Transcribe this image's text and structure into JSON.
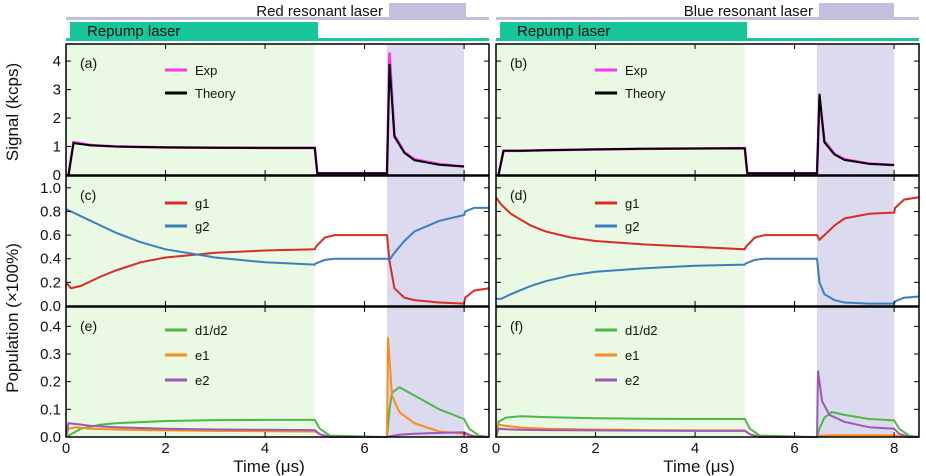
{
  "header": {
    "left_laser": "Red resonant laser",
    "right_laser": "Blue resonant laser",
    "repump": "Repump laser"
  },
  "axes": {
    "xlabel": "Time (μs)",
    "ylabel_signal": "Signal (kcps)",
    "ylabel_population": "Population (×100%)"
  },
  "colors": {
    "repump_bar": "#17c79a",
    "resonant_bar": "#c2c0dc",
    "repump_shade": "#e9f9e3",
    "resonant_shade": "#dcdaee",
    "exp": "#ff33ee",
    "theory": "#000000",
    "g1": "#dc2a24",
    "g2": "#3a7fbd",
    "d1d2": "#4db848",
    "e1": "#ff8a1c",
    "e2": "#9b59b6"
  },
  "chart_data": [
    {
      "panel": "(a)",
      "type": "line",
      "xlim": [
        0,
        8.5
      ],
      "ylim": [
        0,
        4.6
      ],
      "xticks": [
        0,
        2,
        4,
        6,
        8
      ],
      "yticks": [
        0,
        1,
        2,
        3,
        4
      ],
      "repump_window": [
        0,
        5.0
      ],
      "resonant_window": [
        6.45,
        8.0
      ],
      "series": [
        {
          "name": "Exp",
          "x": [
            0.05,
            0.15,
            0.5,
            1,
            2,
            3,
            4,
            5,
            5.05,
            6.45,
            6.5,
            6.6,
            6.8,
            7,
            7.5,
            8
          ],
          "y": [
            0,
            1.15,
            1.05,
            1.0,
            0.97,
            0.96,
            0.95,
            0.95,
            0.06,
            0.06,
            4.3,
            1.4,
            0.8,
            0.55,
            0.38,
            0.3
          ]
        },
        {
          "name": "Theory",
          "x": [
            0.05,
            0.15,
            0.5,
            1,
            2,
            3,
            4,
            5,
            5.05,
            6.45,
            6.5,
            6.6,
            6.8,
            7,
            7.5,
            8
          ],
          "y": [
            0,
            1.12,
            1.04,
            1.0,
            0.97,
            0.96,
            0.95,
            0.95,
            0.06,
            0.06,
            3.9,
            1.35,
            0.78,
            0.52,
            0.36,
            0.3
          ]
        }
      ]
    },
    {
      "panel": "(b)",
      "type": "line",
      "xlim": [
        0,
        8.5
      ],
      "ylim": [
        0,
        4.6
      ],
      "xticks": [
        0,
        2,
        4,
        6,
        8
      ],
      "yticks": [
        0,
        1,
        2,
        3,
        4
      ],
      "repump_window": [
        0,
        5.0
      ],
      "resonant_window": [
        6.45,
        8.0
      ],
      "series": [
        {
          "name": "Exp",
          "x": [
            0.05,
            0.15,
            0.5,
            1,
            2,
            3,
            4,
            5,
            5.05,
            6.45,
            6.5,
            6.6,
            6.8,
            7,
            7.5,
            8
          ],
          "y": [
            0,
            0.85,
            0.85,
            0.87,
            0.9,
            0.92,
            0.93,
            0.94,
            0.06,
            0.06,
            2.7,
            1.2,
            0.75,
            0.55,
            0.4,
            0.35
          ]
        },
        {
          "name": "Theory",
          "x": [
            0.05,
            0.15,
            0.5,
            1,
            2,
            3,
            4,
            5,
            5.05,
            6.45,
            6.5,
            6.6,
            6.8,
            7,
            7.5,
            8
          ],
          "y": [
            0,
            0.85,
            0.85,
            0.87,
            0.9,
            0.92,
            0.93,
            0.94,
            0.06,
            0.06,
            2.85,
            1.15,
            0.72,
            0.53,
            0.39,
            0.35
          ]
        }
      ]
    },
    {
      "panel": "(c)",
      "type": "line",
      "xlim": [
        0,
        8.5
      ],
      "ylim": [
        0,
        1.1
      ],
      "xticks": [
        0,
        2,
        4,
        6,
        8
      ],
      "yticks": [
        0.0,
        0.2,
        0.4,
        0.6,
        0.8,
        1.0
      ],
      "repump_window": [
        0,
        5.0
      ],
      "resonant_window": [
        6.45,
        8.0
      ],
      "series": [
        {
          "name": "g1",
          "x": [
            0,
            0.1,
            0.3,
            0.7,
            1,
            1.5,
            2,
            3,
            4,
            5,
            5.02,
            5.2,
            5.4,
            6.45,
            6.5,
            6.6,
            6.8,
            7,
            7.5,
            8,
            8.02,
            8.2,
            8.5
          ],
          "y": [
            0.2,
            0.15,
            0.17,
            0.25,
            0.3,
            0.37,
            0.41,
            0.45,
            0.47,
            0.48,
            0.5,
            0.58,
            0.6,
            0.6,
            0.38,
            0.15,
            0.07,
            0.05,
            0.03,
            0.02,
            0.07,
            0.13,
            0.15
          ]
        },
        {
          "name": "g2",
          "x": [
            0,
            0.1,
            0.3,
            0.7,
            1,
            1.5,
            2,
            3,
            4,
            5,
            5.02,
            5.2,
            5.4,
            6.45,
            6.5,
            6.6,
            6.8,
            7,
            7.5,
            8,
            8.02,
            8.2,
            8.5
          ],
          "y": [
            0.82,
            0.8,
            0.76,
            0.68,
            0.62,
            0.54,
            0.48,
            0.41,
            0.37,
            0.35,
            0.36,
            0.39,
            0.4,
            0.4,
            0.39,
            0.45,
            0.55,
            0.63,
            0.72,
            0.77,
            0.8,
            0.83,
            0.83
          ]
        }
      ]
    },
    {
      "panel": "(d)",
      "type": "line",
      "xlim": [
        0,
        8.5
      ],
      "ylim": [
        0,
        1.1
      ],
      "xticks": [
        0,
        2,
        4,
        6,
        8
      ],
      "yticks": [
        0.0,
        0.2,
        0.4,
        0.6,
        0.8,
        1.0
      ],
      "repump_window": [
        0,
        5.0
      ],
      "resonant_window": [
        6.45,
        8.0
      ],
      "series": [
        {
          "name": "g1",
          "x": [
            0,
            0.1,
            0.3,
            0.7,
            1,
            1.5,
            2,
            3,
            4,
            5,
            5.02,
            5.2,
            5.4,
            6.45,
            6.5,
            6.6,
            6.8,
            7,
            7.5,
            8,
            8.02,
            8.2,
            8.5
          ],
          "y": [
            0.92,
            0.86,
            0.78,
            0.68,
            0.63,
            0.58,
            0.55,
            0.52,
            0.5,
            0.48,
            0.5,
            0.58,
            0.6,
            0.6,
            0.56,
            0.6,
            0.68,
            0.74,
            0.78,
            0.79,
            0.83,
            0.9,
            0.92
          ]
        },
        {
          "name": "g2",
          "x": [
            0,
            0.1,
            0.3,
            0.7,
            1,
            1.5,
            2,
            3,
            4,
            5,
            5.02,
            5.2,
            5.4,
            6.45,
            6.5,
            6.6,
            6.8,
            7,
            7.5,
            8,
            8.02,
            8.2,
            8.5
          ],
          "y": [
            0.06,
            0.06,
            0.1,
            0.17,
            0.21,
            0.26,
            0.29,
            0.32,
            0.34,
            0.35,
            0.36,
            0.39,
            0.4,
            0.4,
            0.2,
            0.1,
            0.05,
            0.03,
            0.02,
            0.02,
            0.04,
            0.07,
            0.08
          ]
        }
      ]
    },
    {
      "panel": "(e)",
      "type": "line",
      "xlim": [
        0,
        8.5
      ],
      "ylim": [
        0,
        0.47
      ],
      "xticks": [
        0,
        2,
        4,
        6,
        8
      ],
      "yticks": [
        0.0,
        0.1,
        0.2,
        0.3,
        0.4
      ],
      "repump_window": [
        0,
        5.0
      ],
      "resonant_window": [
        6.45,
        8.0
      ],
      "series": [
        {
          "name": "d1/d2",
          "x": [
            0,
            0.1,
            0.3,
            0.7,
            1,
            2,
            3,
            4,
            5,
            5.1,
            5.3,
            6.45,
            6.5,
            6.55,
            6.7,
            7,
            7.5,
            8,
            8.1,
            8.3,
            8.5
          ],
          "y": [
            0,
            0.01,
            0.03,
            0.045,
            0.05,
            0.058,
            0.061,
            0.062,
            0.062,
            0.03,
            0.005,
            0,
            0.1,
            0.16,
            0.18,
            0.15,
            0.1,
            0.065,
            0.03,
            0.005,
            0
          ]
        },
        {
          "name": "e1",
          "x": [
            0,
            0.05,
            0.2,
            0.5,
            1,
            2,
            3,
            4,
            5,
            5.1,
            5.3,
            6.45,
            6.47,
            6.55,
            6.7,
            7,
            7.5,
            8,
            8.1,
            8.3,
            8.5
          ],
          "y": [
            0,
            0.03,
            0.035,
            0.03,
            0.027,
            0.024,
            0.022,
            0.021,
            0.02,
            0.01,
            0,
            0,
            0.36,
            0.15,
            0.09,
            0.05,
            0.02,
            0.012,
            0.005,
            0,
            0
          ]
        },
        {
          "name": "e2",
          "x": [
            0,
            0.05,
            0.2,
            0.5,
            1,
            2,
            3,
            4,
            5,
            5.1,
            5.3,
            6.45,
            6.5,
            6.7,
            7,
            7.5,
            8,
            8.1,
            8.3,
            8.5
          ],
          "y": [
            0,
            0.05,
            0.047,
            0.04,
            0.035,
            0.03,
            0.027,
            0.026,
            0.025,
            0.01,
            0,
            0,
            0.002,
            0.008,
            0.012,
            0.015,
            0.017,
            0.008,
            0,
            0
          ]
        }
      ]
    },
    {
      "panel": "(f)",
      "type": "line",
      "xlim": [
        0,
        8.5
      ],
      "ylim": [
        0,
        0.47
      ],
      "xticks": [
        0,
        2,
        4,
        6,
        8
      ],
      "yticks": [
        0.0,
        0.1,
        0.2,
        0.3,
        0.4
      ],
      "repump_window": [
        0,
        5.0
      ],
      "resonant_window": [
        6.45,
        8.0
      ],
      "series": [
        {
          "name": "d1/d2",
          "x": [
            0,
            0.05,
            0.2,
            0.5,
            1,
            2,
            3,
            4,
            5,
            5.1,
            5.3,
            6.45,
            6.5,
            6.6,
            6.75,
            7,
            7.5,
            8,
            8.1,
            8.3,
            8.5
          ],
          "y": [
            0,
            0.055,
            0.07,
            0.075,
            0.072,
            0.068,
            0.066,
            0.065,
            0.065,
            0.03,
            0.005,
            0,
            0.03,
            0.07,
            0.09,
            0.08,
            0.065,
            0.06,
            0.03,
            0.005,
            0
          ]
        },
        {
          "name": "e1",
          "x": [
            0,
            0.05,
            0.2,
            0.5,
            1,
            2,
            3,
            4,
            5,
            5.1,
            5.3,
            6.45,
            6.5,
            6.7,
            7,
            7.5,
            8,
            8.1,
            8.3,
            8.5
          ],
          "y": [
            0,
            0.045,
            0.04,
            0.034,
            0.03,
            0.027,
            0.025,
            0.024,
            0.024,
            0.01,
            0,
            0,
            0.004,
            0.006,
            0.006,
            0.006,
            0.006,
            0.003,
            0,
            0
          ]
        },
        {
          "name": "e2",
          "x": [
            0,
            0.05,
            0.2,
            0.5,
            1,
            2,
            3,
            4,
            5,
            5.1,
            5.3,
            6.45,
            6.47,
            6.55,
            6.7,
            7,
            7.5,
            8,
            8.1,
            8.3,
            8.5
          ],
          "y": [
            0,
            0.03,
            0.028,
            0.026,
            0.025,
            0.024,
            0.023,
            0.022,
            0.022,
            0.01,
            0,
            0,
            0.24,
            0.13,
            0.08,
            0.055,
            0.035,
            0.03,
            0.012,
            0,
            0
          ]
        }
      ]
    }
  ]
}
